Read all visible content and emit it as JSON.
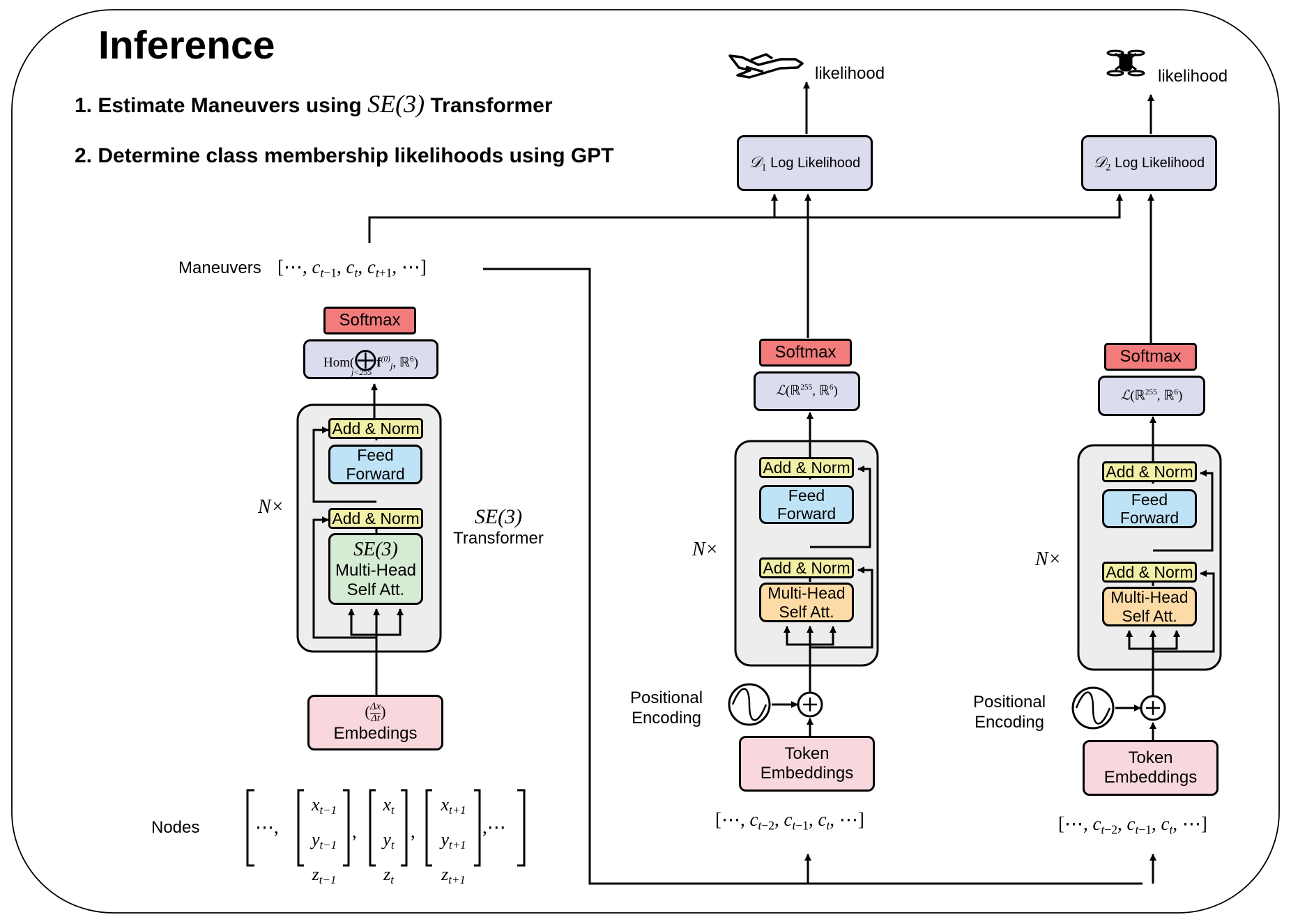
{
  "title": "Inference",
  "steps": {
    "step1_prefix": "1. Estimate Maneuvers using",
    "step1_math": "SE(3)",
    "step1_suffix": "Transformer",
    "step2": "2. Determine class membership likelihoods using GPT"
  },
  "se3_transformer": {
    "softmax": "Softmax",
    "hom_label": "Hom(⨁ f_j^(0), ℝ^6), j<255",
    "add_norm": "Add & Norm",
    "feed_forward": "Feed Forward",
    "attention_math": "SE(3)",
    "attention": "Multi-Head Self Att.",
    "repeat": "N×",
    "side_label_math": "SE(3)",
    "side_label": "Transformer",
    "embedding_math": "(Δx/Δt)",
    "embedding": "Embedings"
  },
  "maneuvers": {
    "label": "Maneuvers",
    "sequence": "[⋯, c_{t−1}, c_t, c_{t+1}, ⋯]"
  },
  "nodes": {
    "label": "Nodes",
    "sequence": "[⋯, [x_{t−1}, y_{t−1}, z_{t−1}], [x_t, y_t, z_t], [x_{t+1}, y_{t+1}, z_{t+1}], ⋯]"
  },
  "gpt_models": [
    {
      "icon": "airplane-icon",
      "output": "likelihood",
      "log_likelihood": "D1 Log Likelihood",
      "softmax": "Softmax",
      "linear": "L(ℝ^255, ℝ^6)",
      "add_norm": "Add & Norm",
      "feed_forward": "Feed Forward",
      "attention": "Multi-Head Self Att.",
      "repeat": "N×",
      "positional_encoding": "Positional Encoding",
      "token_embeddings": "Token Embeddings",
      "input_sequence": "[⋯, c_{t−2}, c_{t−1}, c_t, ⋯]"
    },
    {
      "icon": "drone-icon",
      "output": "likelihood",
      "log_likelihood": "D2 Log Likelihood",
      "softmax": "Softmax",
      "linear": "L(ℝ^255, ℝ^6)",
      "add_norm": "Add & Norm",
      "feed_forward": "Feed Forward",
      "attention": "Multi-Head Self Att.",
      "repeat": "N×",
      "positional_encoding": "Positional Encoding",
      "token_embeddings": "Token Embeddings",
      "input_sequence": "[⋯, c_{t−2}, c_{t−1}, c_t, ⋯]"
    }
  ],
  "colors": {
    "softmax": "#f27b7b",
    "hom_linear": "#dcdcef",
    "add_norm": "#f2f0a6",
    "feed_forward": "#bfe3f6",
    "se3_attention": "#d5ebd3",
    "gpt_attention": "#fddba6",
    "embedding": "#f8d8dc",
    "block_bg": "#ededed"
  }
}
